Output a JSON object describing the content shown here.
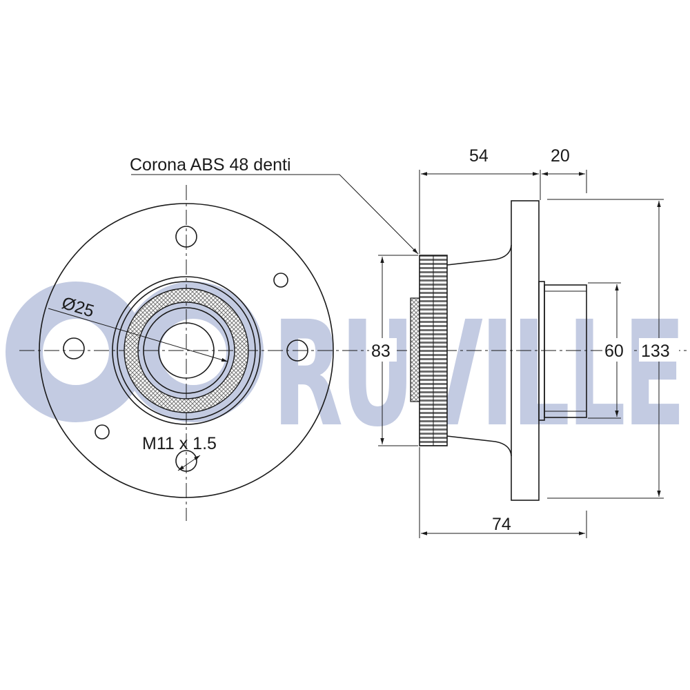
{
  "brand": {
    "name": "RUVILLE",
    "color": "#c3cbe2"
  },
  "labels": {
    "abs_ring": "Corona ABS 48 denti",
    "bore_diameter": "Ø25",
    "thread": "M11 x 1.5",
    "flange_to_end": "54",
    "spigot_length": "20",
    "ring_diameter": "83",
    "spigot_diameter": "60",
    "flange_diameter": "133",
    "overall_length": "74"
  },
  "colors": {
    "line": "#1a1a1a",
    "hatch": "#8a8a8a"
  }
}
